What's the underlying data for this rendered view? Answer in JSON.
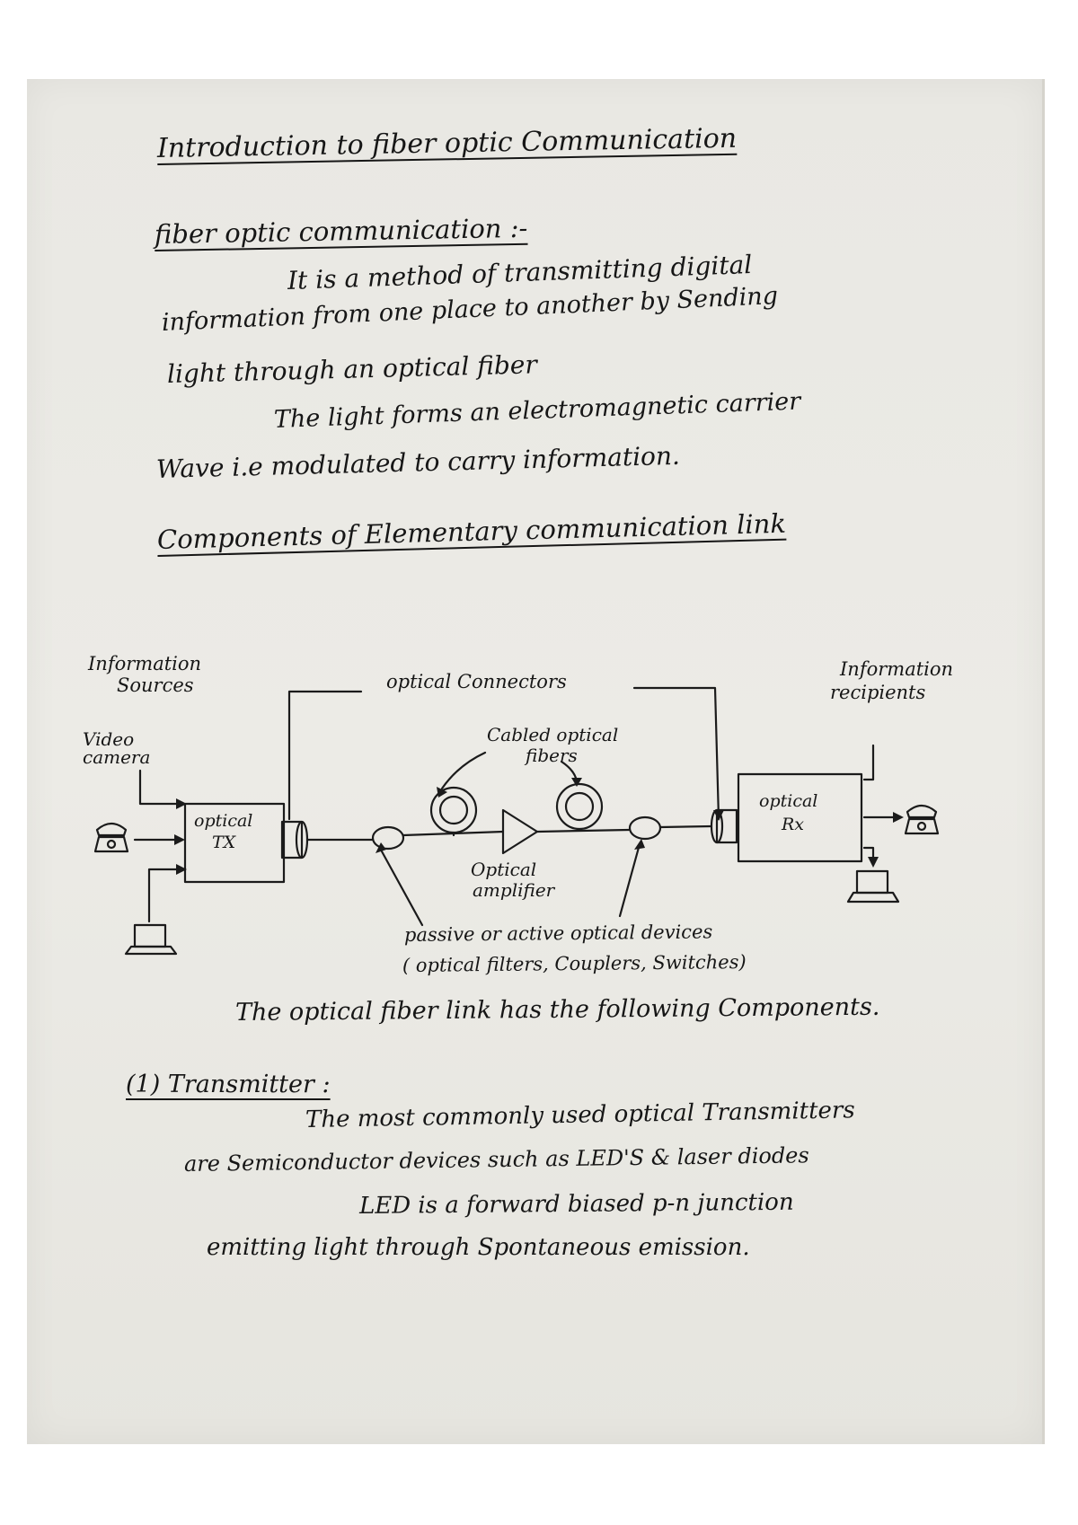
{
  "title": "Introduction to fiber optic Communication",
  "section1": {
    "heading": "fiber optic communication :-",
    "lines": [
      "It is a method of transmitting digital",
      "information from one place to another by Sending",
      "light through an optical fiber",
      "The light forms an electromagnetic carrier",
      "Wave i.e modulated to carry information."
    ]
  },
  "section2": {
    "heading": "Components of Elementary communication link"
  },
  "diagram": {
    "information_sources": [
      "Information",
      "Sources"
    ],
    "video_camera": [
      "Video",
      "camera"
    ],
    "optical_tx": [
      "optical",
      "TX"
    ],
    "optical_connectors": "optical Connectors",
    "cabled_fibers": [
      "Cabled optical",
      "fibers"
    ],
    "optical_amplifier": [
      "Optical",
      "amplifier"
    ],
    "optical_rx": [
      "optical",
      "Rx"
    ],
    "information_recipients": [
      "Information",
      "recipients"
    ],
    "passive_devices": [
      "passive or active optical devices",
      "( optical filters, Couplers, Switches)"
    ]
  },
  "section3": {
    "intro": "The optical fiber link has the following Components.",
    "item_heading": "(1) Transmitter :",
    "lines": [
      "The most commonly used optical Transmitters",
      "are Semiconductor devices such as LED'S & laser diodes",
      "LED is a forward biased p-n junction",
      "emitting light through Spontaneous emission."
    ]
  }
}
